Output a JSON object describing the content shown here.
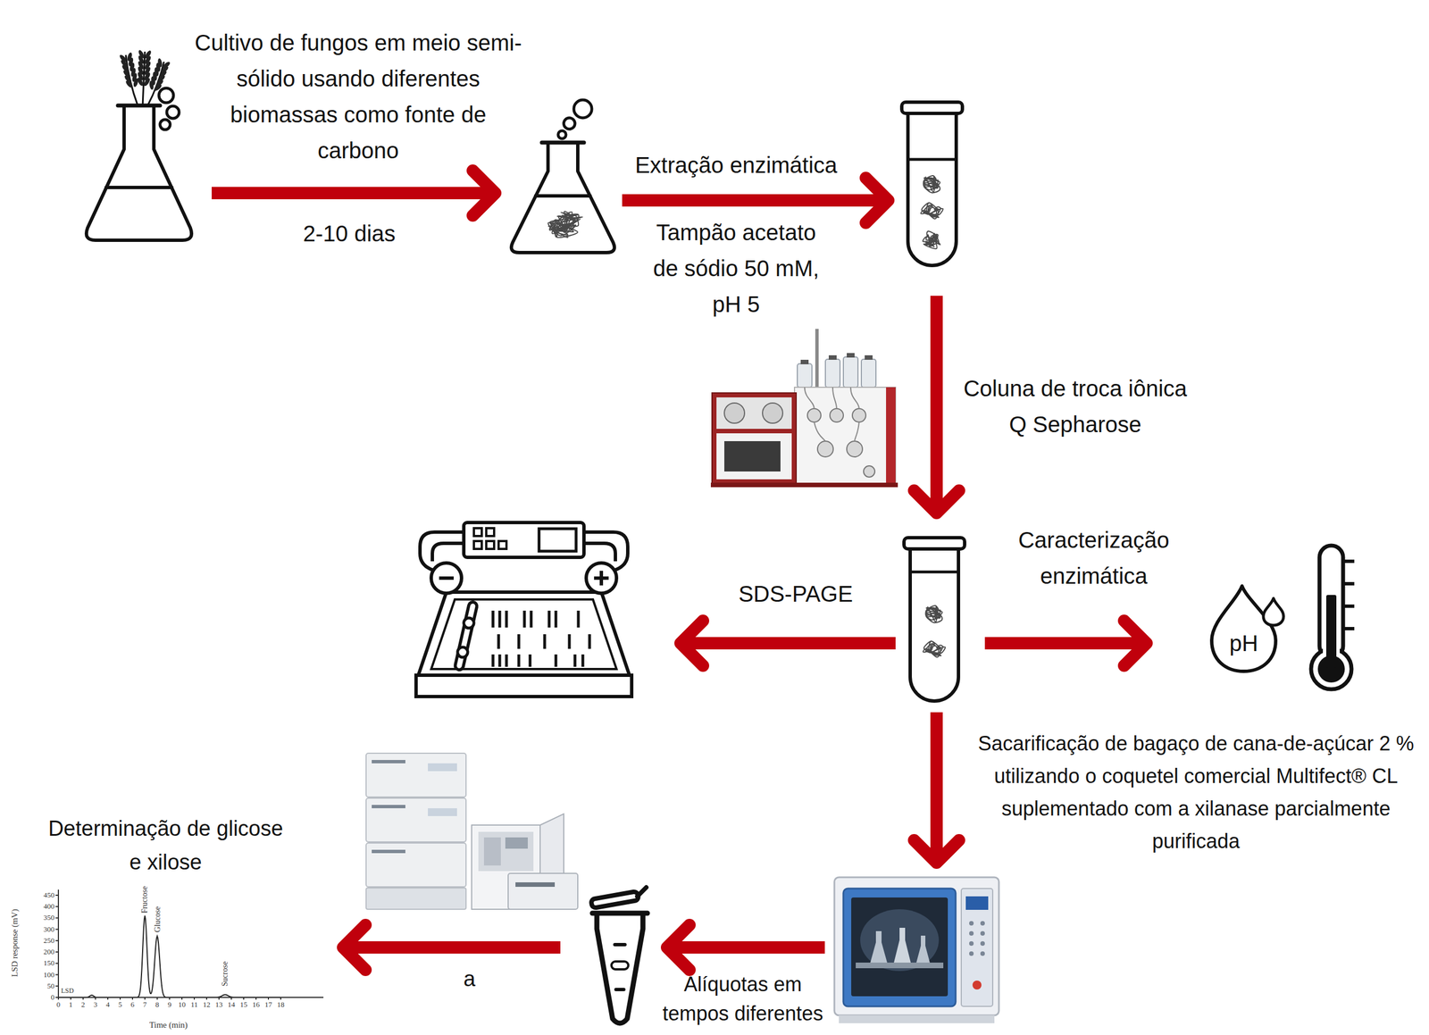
{
  "diagram": {
    "nodes": [
      {
        "text": []
      },
      {
        "text": []
      },
      {
        "text": []
      },
      {
        "text": []
      },
      {
        "text": []
      },
      {
        "text": [
          "pH"
        ]
      },
      {
        "text": []
      },
      {
        "text": []
      },
      {
        "text": [
          "Determinação de glicose e xilose"
        ]
      }
    ],
    "edges": [
      {
        "from": 0,
        "to": 1,
        "arrow": "to",
        "label": "Cultivo de fungos em meio semi-sólido usando diferentes biomassas como fonte de carbono"
      },
      {
        "from": 1,
        "to": 2,
        "arrow": "to",
        "label": "Extração enzimática"
      },
      {
        "from": 2,
        "to": 4,
        "arrow": "to",
        "label": "Coluna de troca iônica Q Sepharose"
      },
      {
        "from": 4,
        "to": 3,
        "arrow": "to",
        "label": "SDS-PAGE"
      },
      {
        "from": 4,
        "to": 5,
        "arrow": "to",
        "label": "Caracterização enzimática"
      },
      {
        "from": 4,
        "to": 6,
        "arrow": "to",
        "label": "Sacarificação de bagaço de cana-de-açúcar 2 % utilizando o coquetel comercial Multifect® CL suplementado com a xilanase parcialmente purificada"
      },
      {
        "from": 6,
        "to": 7,
        "arrow": "to",
        "label": "Alíquotas em tempos diferentes"
      },
      {
        "from": 7,
        "to": 8,
        "arrow": "to",
        "label": "a"
      }
    ],
    "labels": [
      "2-10 dias",
      "Tampão acetato de sódio 50 mM, pH 5",
      "Fructose",
      "Glucose",
      "Sucrose",
      "LSD response (mV)",
      "Time (min)",
      "LSD",
      "450",
      "400",
      "350",
      "300",
      "250",
      "200",
      "150",
      "100",
      "50",
      "0",
      "0",
      "1",
      "2",
      "3",
      "4",
      "5",
      "6",
      "7",
      "8",
      "9",
      "10",
      "11",
      "12",
      "13",
      "14",
      "15",
      "16",
      "17",
      "18"
    ]
  }
}
